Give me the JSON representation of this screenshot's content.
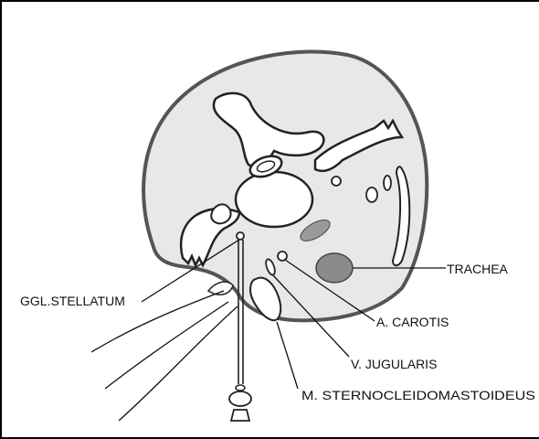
{
  "diagram": {
    "labels": {
      "trachea": "TRACHEA",
      "ggl_stellatum": "GGL.STELLATUM",
      "a_carotis": "A. CAROTIS",
      "v_jugularis": "V. JUGULARIS",
      "m_sternocleidomastoideus": "M. STERNOCLEIDOMASTOIDEUS"
    },
    "colors": {
      "tissue_fill": "#e8e8e8",
      "outline": "#555555",
      "trachea_fill": "#8a8a8a",
      "structure_fill": "#ffffff",
      "line": "#111111"
    }
  }
}
